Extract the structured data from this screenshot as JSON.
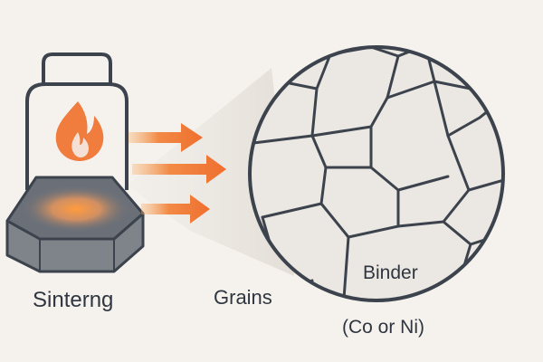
{
  "labels": {
    "sintering": "Sinterng",
    "grains": "Grains",
    "binder": "Binder",
    "binder_sub": "(Co or Ni)"
  },
  "colors": {
    "background": "#f5f2ee",
    "outline": "#3c434d",
    "grain_fill": "#ebe7e2",
    "flame_outer": "#f07c3e",
    "flame_inner": "#f5a86a",
    "arrow": "#f07a3a",
    "block_top": "#6b7078",
    "block_glow": "#f6a052",
    "block_side": "#7f848b"
  },
  "icons": {
    "furnace": "furnace-icon",
    "flame": "flame-icon",
    "block": "sintered-block-icon",
    "arrows": "heat-arrow-icon",
    "microstructure": "grain-microstructure-icon"
  }
}
